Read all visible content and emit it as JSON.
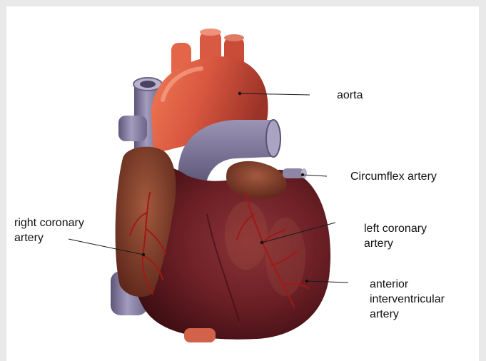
{
  "labels": {
    "aorta": "aorta",
    "circumflex": "Circumflex artery",
    "right_coronary": "right coronary\nartery",
    "left_coronary": "left coronary\nartery",
    "anterior_interventricular": "anterior\ninterventricular\nartery"
  },
  "colors": {
    "background": "#ffffff",
    "frame": "#e9e9e9",
    "leader_line": "#1a1a1a",
    "text": "#111111",
    "aorta": "#d8573f",
    "vena_cava": "#8e86a6",
    "ventricle": "#6a1f25",
    "atrium": "#8a3a2a",
    "coronary_vessel": "#a01818"
  }
}
